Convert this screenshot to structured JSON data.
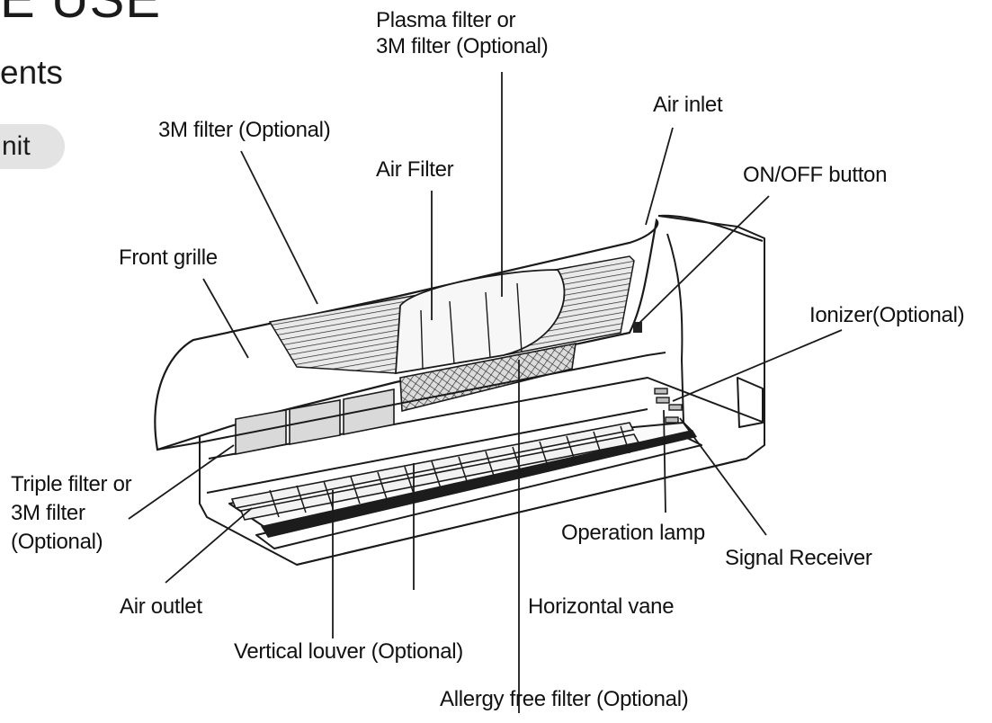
{
  "header": {
    "title_fragment": "E USE",
    "subtitle_fragment": "ents",
    "tab_fragment": "nit"
  },
  "labels": {
    "plasma_filter": [
      "Plasma filter or",
      "3M  filter  (Optional)"
    ],
    "filter_3m_top": "3M filter (Optional)",
    "air_filter": "Air Filter",
    "air_inlet": "Air inlet",
    "on_off_button": "ON/OFF button",
    "front_grille": "Front grille",
    "ionizer": "Ionizer(Optional)",
    "triple_filter": [
      "Triple filter or",
      "3M filter",
      "(Optional)"
    ],
    "air_outlet": "Air outlet",
    "operation_lamp": "Operation lamp",
    "signal_receiver": "Signal Receiver",
    "horizontal_vane": "Horizontal vane",
    "vertical_louver": "Vertical louver (Optional)",
    "allergy_free_filter": "Allergy free filter (Optional)"
  }
}
